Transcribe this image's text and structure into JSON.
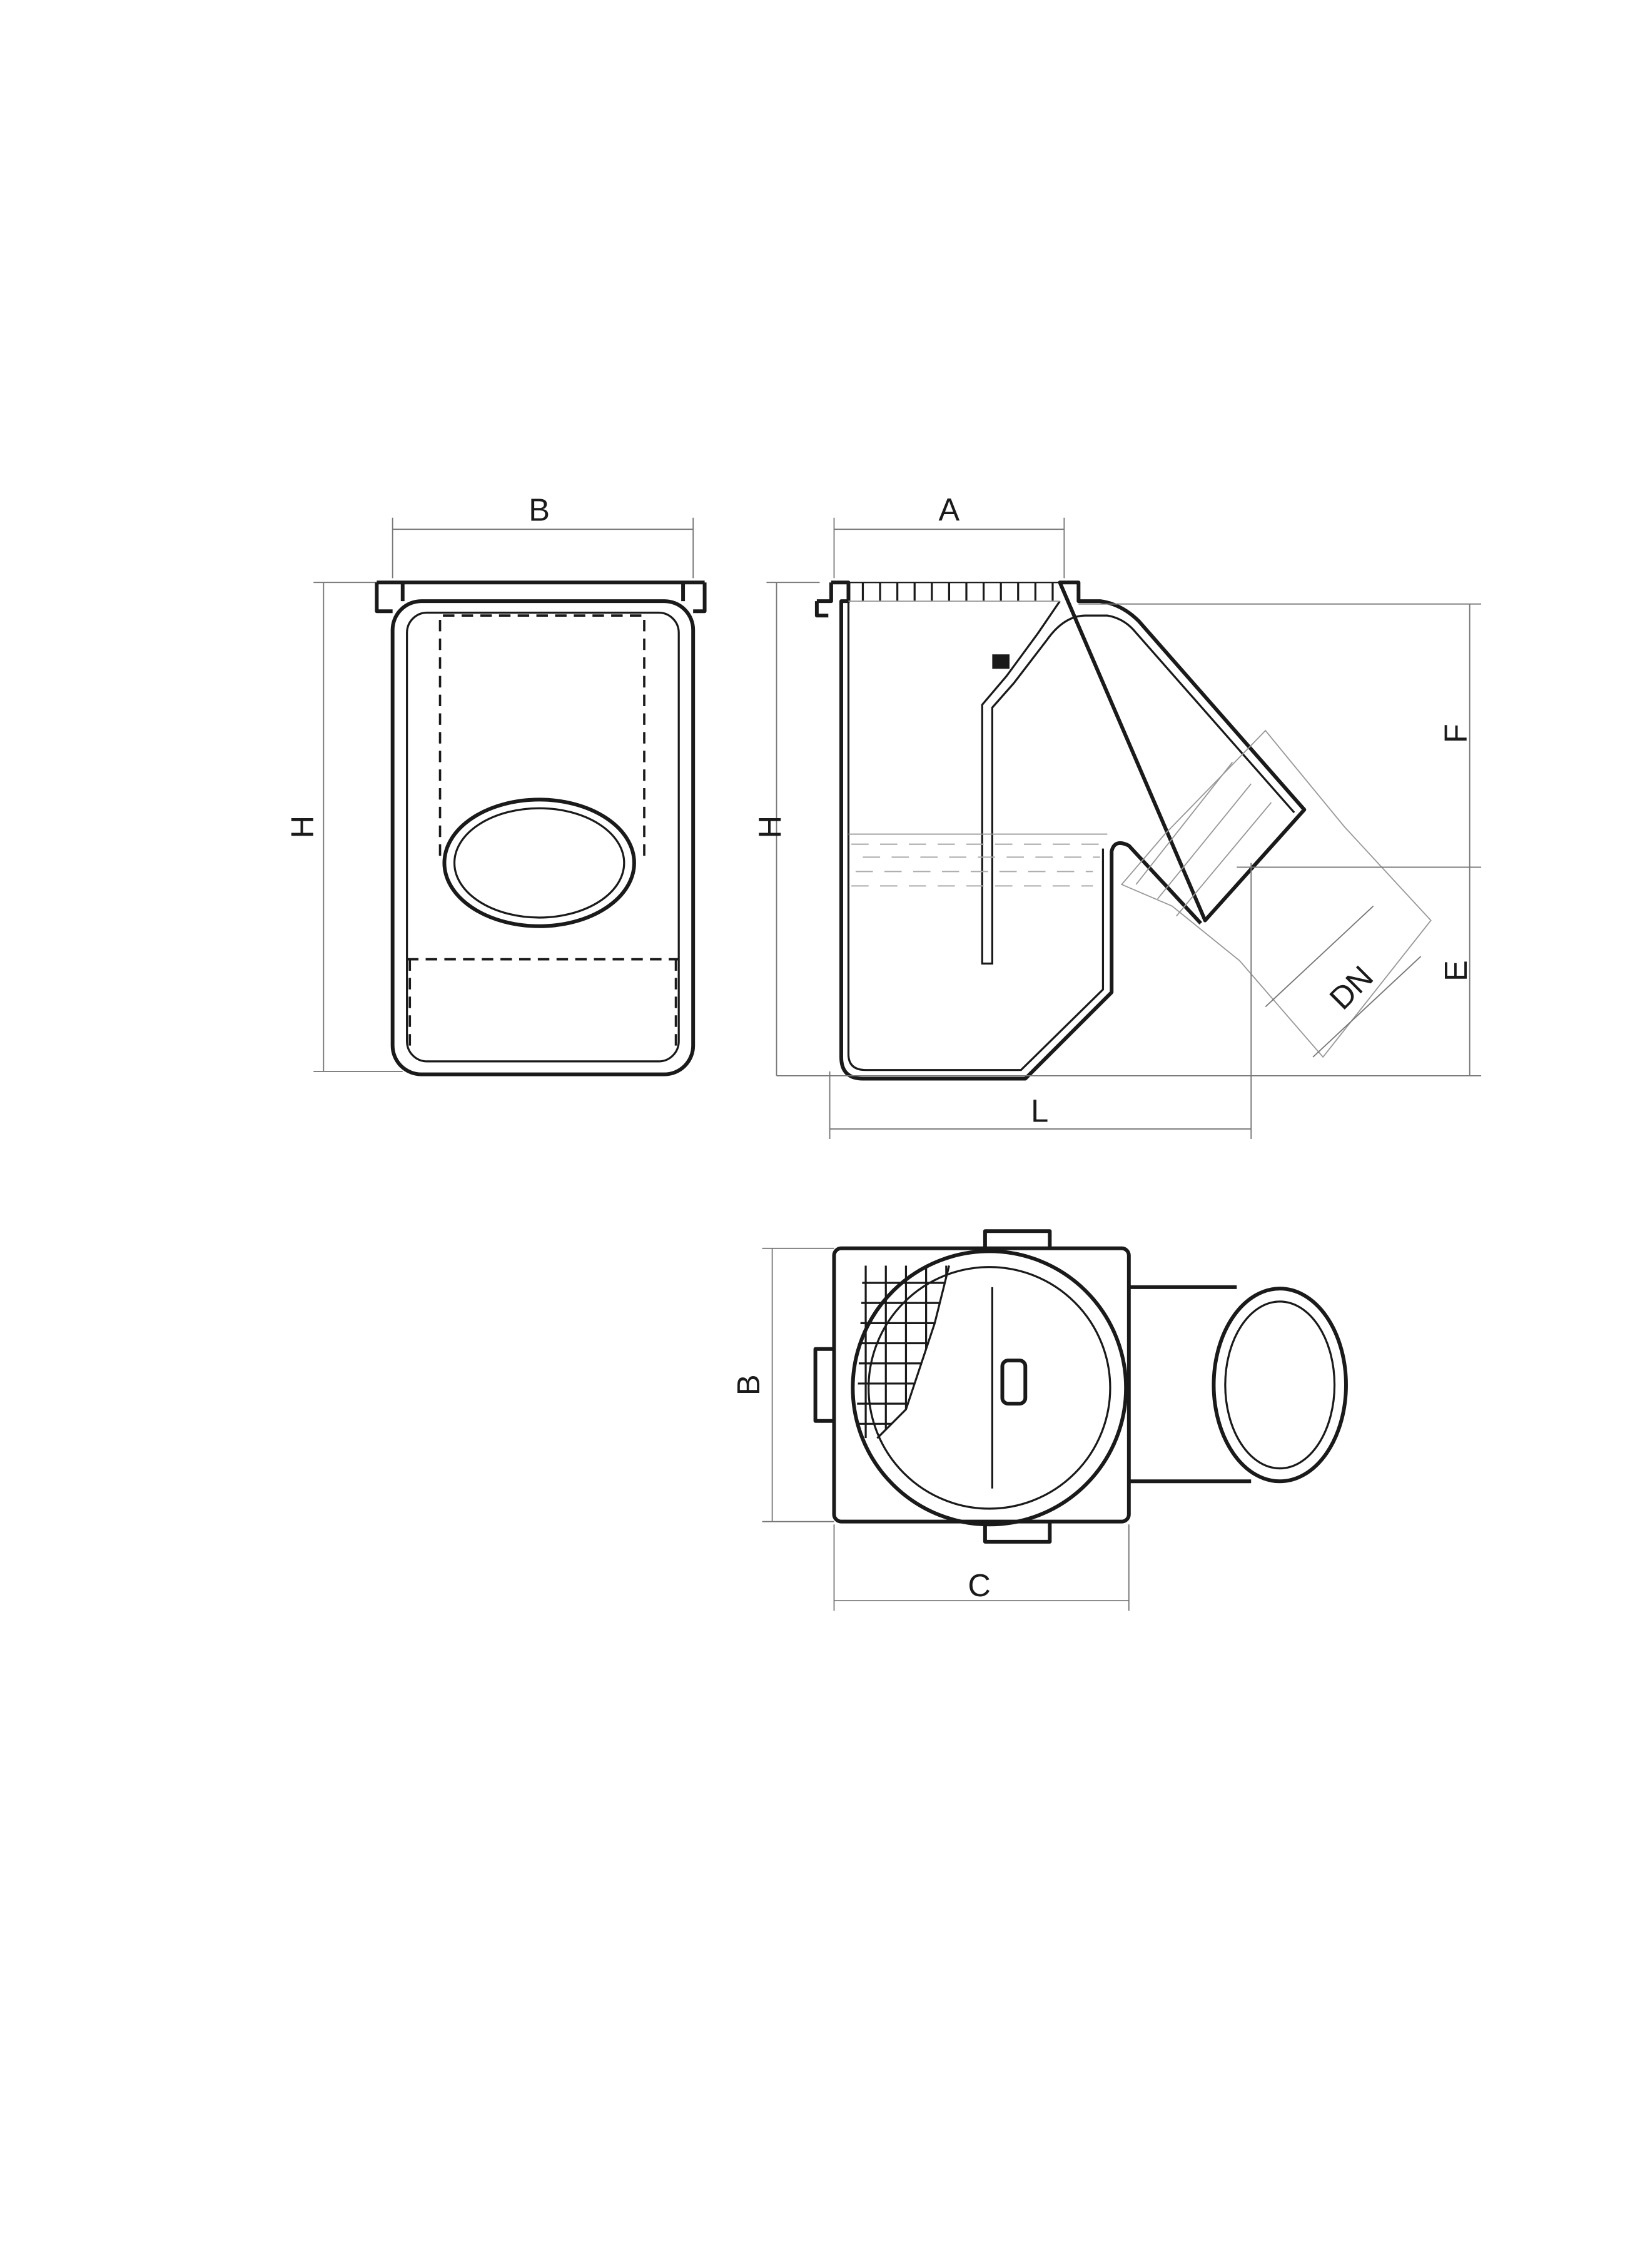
{
  "drawing": {
    "front_view": {
      "width_label": "B",
      "height_label": "H"
    },
    "section_view": {
      "inlet_label": "A",
      "height_label": "H",
      "length_label": "L",
      "upper_label": "F",
      "lower_label": "E",
      "pipe_label": "DN"
    },
    "top_view": {
      "width_label": "B",
      "length_label": "C"
    },
    "colors": {
      "line": "#1a1a1a",
      "dimension": "#777777"
    }
  }
}
